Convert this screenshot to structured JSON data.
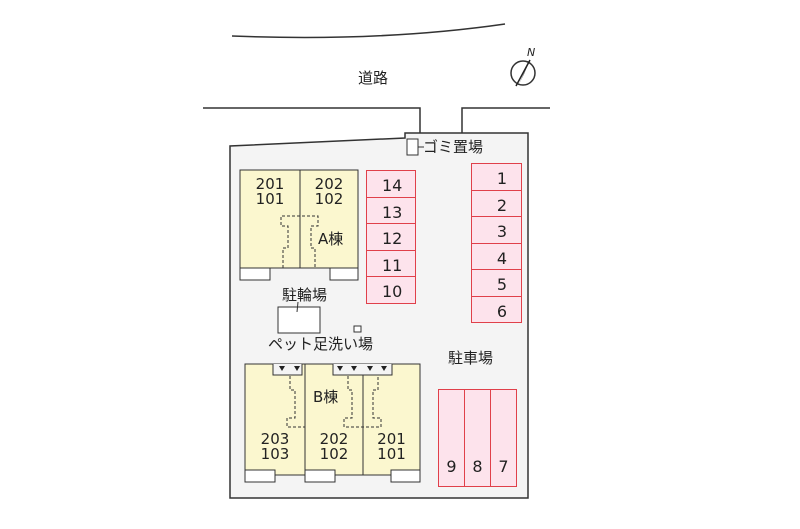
{
  "road_label": "道路",
  "compass_label": "N",
  "garbage_label": "ゴミ置場",
  "bike_parking_label": "駐輪場",
  "pet_wash_label": "ペット足洗い場",
  "parking_label": "駐車場",
  "building_a": {
    "name": "A棟",
    "units": [
      {
        "upper": "201",
        "lower": "101"
      },
      {
        "upper": "202",
        "lower": "102"
      }
    ]
  },
  "building_b": {
    "name": "B棟",
    "units": [
      {
        "upper": "203",
        "lower": "103"
      },
      {
        "upper": "202",
        "lower": "102"
      },
      {
        "upper": "201",
        "lower": "101"
      }
    ]
  },
  "parking_left": [
    "14",
    "13",
    "12",
    "11",
    "10"
  ],
  "parking_right": [
    "1",
    "2",
    "3",
    "4",
    "5",
    "6"
  ],
  "parking_bottom": [
    "9",
    "8",
    "7"
  ],
  "colors": {
    "building": "#fbf7cf",
    "parking_fill": "#fde3ec",
    "parking_border": "#e0404a"
  }
}
